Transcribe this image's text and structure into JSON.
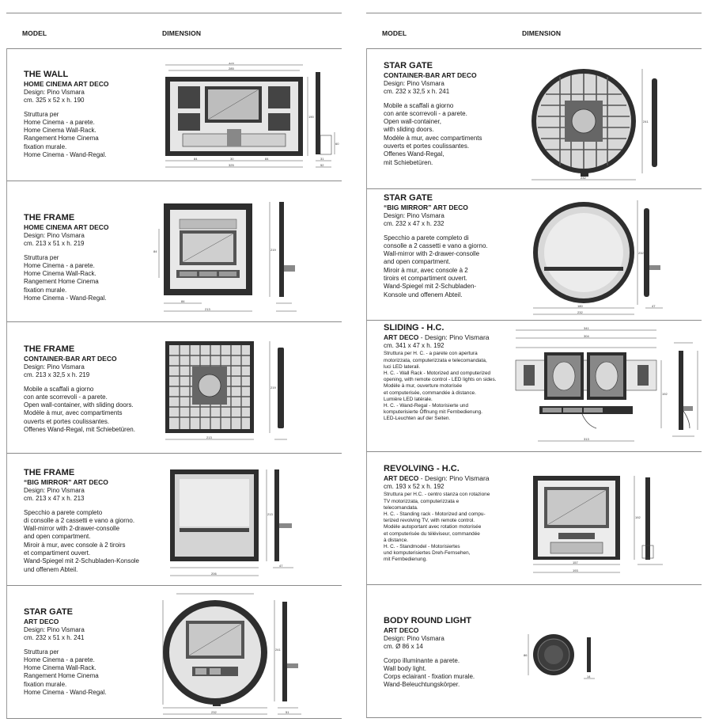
{
  "headers": {
    "left": {
      "model": "MODEL",
      "dimension": "DIMENSION"
    },
    "right": {
      "model": "MODEL",
      "dimension": "DIMENSION"
    }
  },
  "products": [
    {
      "name": "THE WALL",
      "subtitle": "HOME CINEMA ART DECO",
      "design": "Design: Pino Vismara",
      "size": "cm. 325 x 52 x h. 190",
      "desc": [
        "Struttura per",
        "Home Cinema - a parete.",
        "Home Cinema Wall-Rack.",
        "Rangement Home Cinema",
        "fixation murale.",
        "Home Cinema - Wand-Regal."
      ]
    },
    {
      "name": "THE FRAME",
      "subtitle": "HOME CINEMA ART DECO",
      "design": "Design: Pino Vismara",
      "size": "cm. 213 x 51 x h. 219",
      "desc": [
        "Struttura per",
        "Home Cinema - a parete.",
        "Home Cinema Wall-Rack.",
        "Rangement Home Cinema",
        "fixation murale.",
        "Home Cinema - Wand-Regal."
      ]
    },
    {
      "name": "THE FRAME",
      "subtitle": "CONTAINER-BAR ART DECO",
      "design": "Design: Pino Vismara",
      "size": "cm. 213 x 32,5 x h. 219",
      "desc": [
        "Mobile a scaffali a giorno",
        "con ante scorrevoli - a parete.",
        "Open wall-container, with sliding doors.",
        "Modèle à mur, avec compartiments",
        "ouverts et portes coulissantes.",
        "Offenes Wand-Regal, mit Schiebetüren."
      ]
    },
    {
      "name": "THE FRAME",
      "subtitle": "“BIG MIRROR” ART DECO",
      "design": "Design: Pino Vismara",
      "size": "cm. 213 x 47 x h. 213",
      "desc": [
        "Specchio a parete completo",
        "di consolle a 2 cassetti e vano a giorno.",
        "Wall-mirror with 2-drawer-consolle",
        "and open compartment.",
        "Miroir à mur, avec console à 2 tiroirs",
        "et compartiment ouvert.",
        "Wand-Spiegel mit 2-Schubladen-Konsole",
        "und offenem Abteil."
      ]
    },
    {
      "name": "STAR GATE",
      "subtitle": "ART DECO",
      "design": "Design: Pino Vismara",
      "size": "cm. 232 x 51 x h. 241",
      "desc": [
        "Struttura per",
        "Home Cinema - a parete.",
        "Home Cinema Wall-Rack.",
        "Rangement Home Cinema",
        "fixation murale.",
        "Home Cinema - Wand-Regal."
      ]
    },
    {
      "name": "STAR GATE",
      "subtitle": "CONTAINER-BAR ART DECO",
      "design": "Design: Pino Vismara",
      "size": "cm. 232 x 32,5 x h. 241",
      "desc": [
        "Mobile a scaffali a giorno",
        "con ante scorrevoli - a parete.",
        "Open wall-container,",
        "with sliding doors.",
        "Modèle à mur, avec compartiments",
        "ouverts et portes coulissantes.",
        "Offenes Wand-Regal,",
        "mit Schiebetüren."
      ]
    },
    {
      "name": "STAR GATE",
      "subtitle": "“BIG MIRROR” ART DECO",
      "design": "Design: Pino Vismara",
      "size": "cm. 232 x 47 x h. 232",
      "desc": [
        "Specchio a parete completo di",
        "consolle a 2 cassetti e vano a giorno.",
        "Wall-mirror with 2-drawer-consolle",
        "and open compartment.",
        "Miroir à mur, avec console à 2",
        "tiroirs et compartiment ouvert.",
        "Wand-Spiegel mit 2-Schubladen-",
        "Konsole und offenem Abteil."
      ]
    },
    {
      "name": "SLIDING - H.C.",
      "subtitle": "ART DECO",
      "design_inline": " - Design: Pino Vismara",
      "size": "cm. 341 x 47 x h. 192",
      "desc": [
        "Struttura per H. C. - a parete con apertura",
        "motorizzata, computerizzata e telecomandata,",
        "luci LED laterali.",
        "H. C. - Wall Rack - Motorized and computerized",
        "opening, with remote control - LED lights on sides.",
        "Modèle à mur, ouverture motorisée",
        "et computerisée, commandée à distance.",
        "Lumière LED latérale.",
        "H. C. - Wand-Regal - Motorisierte und",
        "komputerisierte Öffnung  mit Fernbedienung.",
        "LED-Leuchten auf der Seiten."
      ]
    },
    {
      "name": "REVOLVING - H.C.",
      "subtitle": "ART DECO",
      "design_inline": " - Design: Pino Vismara",
      "size": "cm. 193 x 52 x h. 192",
      "desc": [
        "Struttura per H.C. - centro stanza con rotazione",
        "TV motorizzata, computerizzata e",
        "telecomandata.",
        "H. C. - Standing rack - Motorized and compu-",
        "terized revolving TV, with remote control.",
        "Modèle autoportant avec rotation motorisée",
        "et computerisée du téléviseur, commandée",
        "à distance.",
        "H. C. - Standmodel - Motorisiertes",
        "und komputerisiertes Dreh-Fernsehen,",
        "mit Fernbedienung."
      ]
    },
    {
      "name": "BODY ROUND LIGHT",
      "subtitle": "ART DECO",
      "design": "Design: Pino Vismara",
      "size": "cm. Ø 86 x 14",
      "desc": [
        "Corpo illuminante a parete.",
        "Wall body light.",
        "Corps eclairant - fixation murale.",
        "Wand-Beleuchtungskörper."
      ]
    }
  ],
  "dimensions": {
    "wall": [
      "325",
      "285",
      "190",
      "52",
      "60",
      "84",
      "31",
      "30"
    ],
    "frame_hc": [
      "219",
      "84",
      "213"
    ],
    "frame_bar": [
      "219",
      "213"
    ],
    "frame_mirror": [
      "213",
      "47",
      "206"
    ],
    "stargate_ad": [
      "241",
      "232",
      "51"
    ],
    "stargate_bar": [
      "241",
      "232"
    ],
    "stargate_mirror": [
      "232",
      "180",
      "47"
    ],
    "sliding": [
      "341",
      "304",
      "192",
      "313"
    ],
    "revolving": [
      "192",
      "157",
      "193"
    ],
    "round_light": [
      "86",
      "14"
    ]
  }
}
